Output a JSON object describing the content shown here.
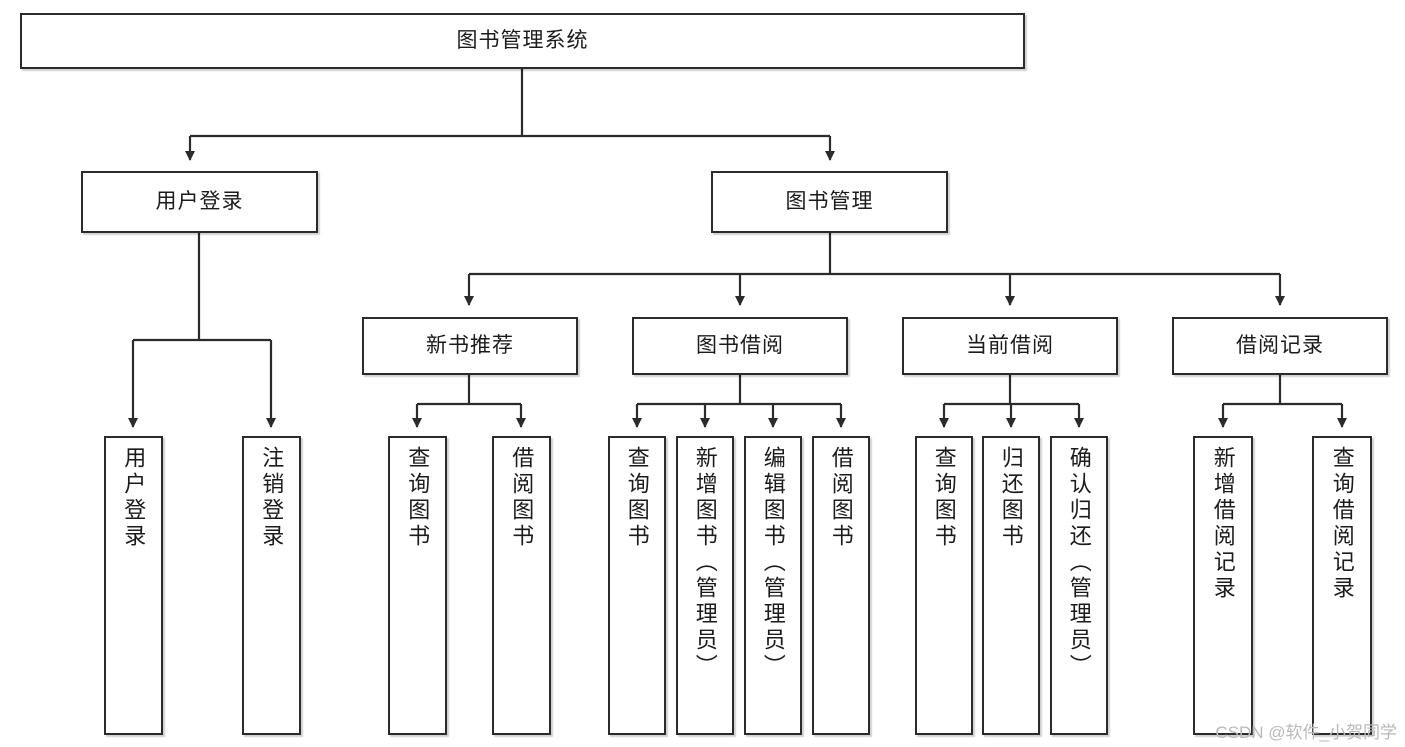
{
  "diagram": {
    "title": "图书管理系统",
    "root": {
      "label": "图书管理系统"
    },
    "level1": [
      {
        "label": "用户登录"
      },
      {
        "label": "图书管理"
      }
    ],
    "level2": [
      {
        "label": "新书推荐"
      },
      {
        "label": "图书借阅"
      },
      {
        "label": "当前借阅"
      },
      {
        "label": "借阅记录"
      }
    ],
    "leaves": {
      "user_login": [
        {
          "label": "用户登录"
        },
        {
          "label": "注销登录"
        }
      ],
      "new_book_recommend": [
        {
          "label": "查询图书"
        },
        {
          "label": "借阅图书"
        }
      ],
      "book_borrow": [
        {
          "label": "查询图书"
        },
        {
          "label": "新增图书（管理员）"
        },
        {
          "label": "编辑图书（管理员）"
        },
        {
          "label": "借阅图书"
        }
      ],
      "current_borrow": [
        {
          "label": "查询图书"
        },
        {
          "label": "归还图书"
        },
        {
          "label": "确认归还（管理员）"
        }
      ],
      "borrow_record": [
        {
          "label": "新增借阅记录"
        },
        {
          "label": "查询借阅记录"
        }
      ]
    }
  },
  "watermark": {
    "text": "CSDN @软件_小贺同学"
  },
  "colors": {
    "stroke": "#2b2b2b",
    "fill": "#ffffff",
    "text": "#1b1b1b",
    "watermark": "#b9b9b9"
  }
}
